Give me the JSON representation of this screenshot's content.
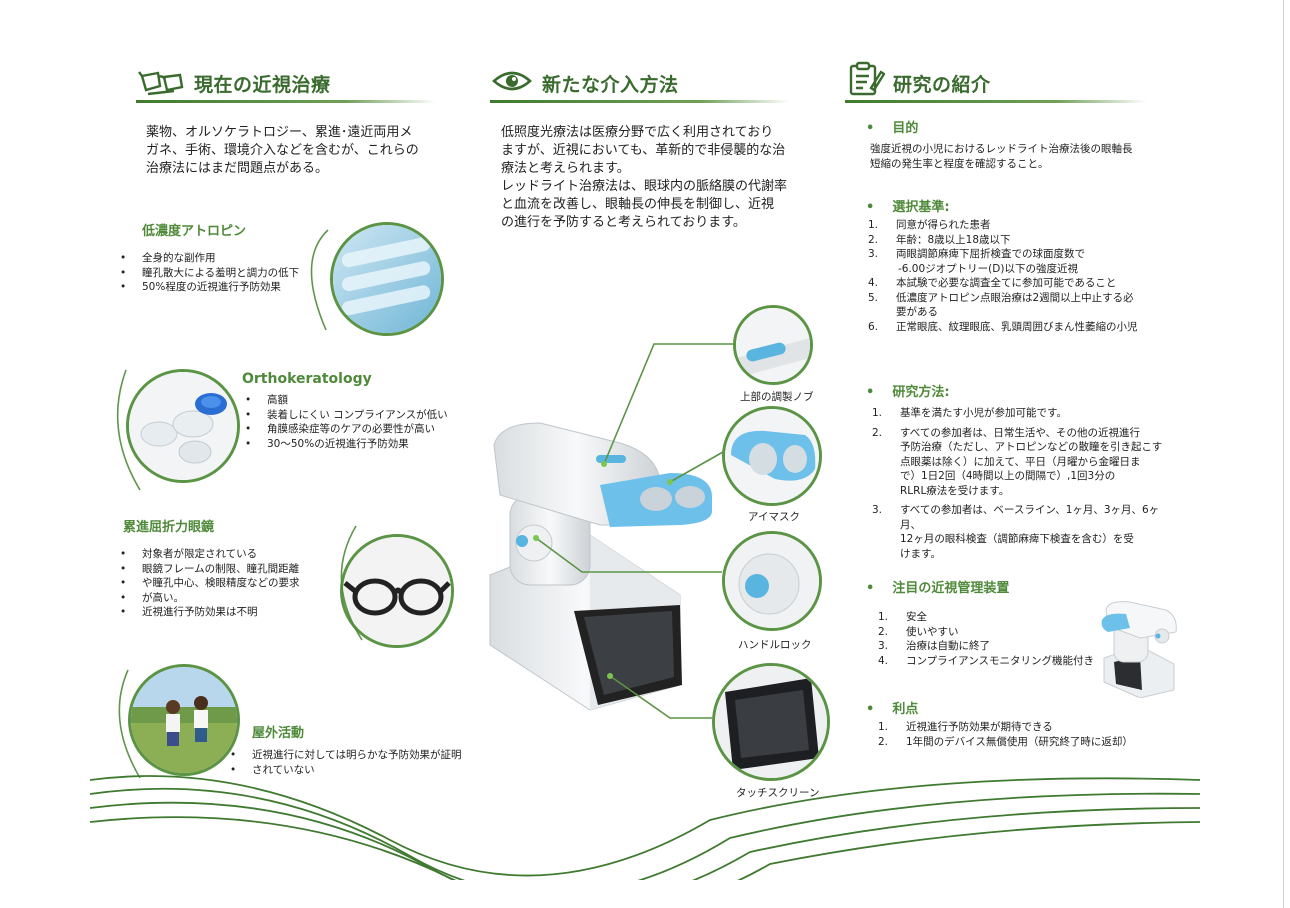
{
  "col1": {
    "title": "現在の近視治療",
    "intro": [
      "薬物、オルソケラトロジー、累進･遠近両用メ",
      "ガネ、手術、環境介入などを含むが、これらの",
      "治療法にはまだ問題点がある。"
    ],
    "atropine": {
      "title": "低濃度アトロピン",
      "items": [
        "全身的な副作用",
        "瞳孔散大による羞明と調力の低下",
        "50%程度の近視進行予防効果"
      ]
    },
    "ortho": {
      "title": "Orthokeratology",
      "items": [
        "高額",
        "装着しにくい  コンプライアンスが低い",
        "角膜感染症等のケアの必要性が高い",
        "30～50%の近視進行予防効果"
      ]
    },
    "lens": {
      "title": "累進屈折力眼鏡",
      "items": [
        "対象者が限定されている",
        "眼鏡フレームの制限、瞳孔間距離",
        "や瞳孔中心、検眼精度などの要求",
        "が高い。",
        "近視進行予防効果は不明"
      ]
    },
    "outdoor": {
      "title": "屋外活動",
      "items": [
        "近視進行に対しては明らかな予防効果が証明",
        "されていない"
      ]
    }
  },
  "col2": {
    "title": "新たな介入方法",
    "paragraph": [
      "低照度光療法は医療分野で広く利用されており",
      "ますが、近視においても、革新的で非侵襲的な治",
      "療法と考えられます。",
      "レッドライト治療法は、眼球内の脈絡膜の代謝率",
      "と血流を改善し、眼軸長の伸長を制御し、近視",
      "の進行を予防すると考えられております。"
    ],
    "callouts": {
      "knob": "上部の調製ノブ",
      "mask": "アイマスク",
      "handle": "ハンドルロック",
      "touch": "タッチスクリーン"
    }
  },
  "col3": {
    "title": "研究の紹介",
    "purpose": {
      "title": "目的",
      "text": [
        "強度近視の小児におけるレッドライト治療法後の眼軸長",
        "短縮の発生率と程度を確認すること。"
      ]
    },
    "criteria": {
      "title": "選択基準:",
      "items": [
        {
          "n": "1.",
          "lines": [
            "同意が得られた患者"
          ]
        },
        {
          "n": "2.",
          "lines": [
            "年齢：8歳以上18歳以下"
          ]
        },
        {
          "n": "3.",
          "lines": [
            "両眼調節麻痺下屈折検査での球面度数で",
            "-6.00ジオプトリー(D)以下の強度近視"
          ]
        },
        {
          "n": "4.",
          "lines": [
            "本試験で必要な調査全てに参加可能であること"
          ]
        },
        {
          "n": "5.",
          "lines": [
            "低濃度アトロピン点眼治療は2週間以上中止する必",
            "要がある"
          ]
        },
        {
          "n": "6.",
          "lines": [
            "正常眼底、紋理眼底、乳頭周囲びまん性萎縮の小児"
          ]
        }
      ]
    },
    "method": {
      "title": "研究方法:",
      "items": [
        {
          "n": "1.",
          "lines": [
            "基準を満たす小児が参加可能です。"
          ]
        },
        {
          "n": "2.",
          "lines": [
            "すべての参加者は、日常生活や、その他の近視進行",
            "予防治療（ただし、アトロピンなどの散瞳を引き起こす",
            "点眼薬は除く）に加えて、平日（月曜から金曜日ま",
            "で）1日2回（4時間以上の間隔で）,1回3分の",
            "RLRL療法を受けます。"
          ]
        },
        {
          "n": "3.",
          "lines": [
            "すべての参加者は、ベースライン、1ヶ月、3ヶ月、6ヶ月、",
            "12ヶ月の眼科検査（調節麻痺下検査を含む）を受",
            "けます。"
          ]
        }
      ]
    },
    "device": {
      "title": "注目の近視管理装置",
      "items": [
        {
          "n": "1.",
          "lines": [
            "安全"
          ]
        },
        {
          "n": "2.",
          "lines": [
            "使いやすい"
          ]
        },
        {
          "n": "3.",
          "lines": [
            "治療は自動に終了"
          ]
        },
        {
          "n": "4.",
          "lines": [
            "コンプライアンスモニタリング機能付き"
          ]
        }
      ]
    },
    "benefit": {
      "title": "利点",
      "items": [
        {
          "n": "1.",
          "lines": [
            "近視進行予防効果が期待できる"
          ]
        },
        {
          "n": "2.",
          "lines": [
            "1年間のデバイス無償使用（研究終了時に返却）"
          ]
        }
      ]
    }
  },
  "colors": {
    "accent": "#4f8a3a",
    "line": "#3f7a30",
    "deviceBlue": "#5ab4e0"
  }
}
